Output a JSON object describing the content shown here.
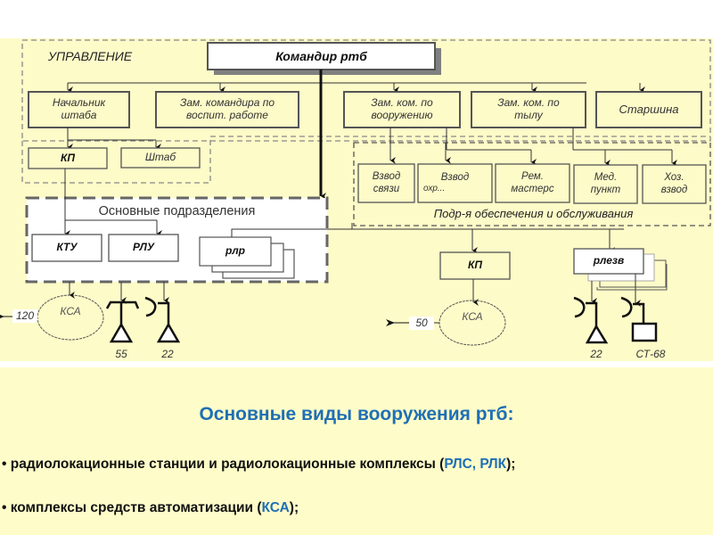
{
  "diagram": {
    "management_label": "УПРАВЛЕНИЕ",
    "commander": "Командир ртб",
    "deputies": [
      {
        "line1": "Начальник",
        "line2": "штаба"
      },
      {
        "line1": "Зам. командира по",
        "line2": "воспит. работе"
      },
      {
        "line1": "Зам. ком. по",
        "line2": "вооружению"
      },
      {
        "line1": "Зам. ком. по",
        "line2": "тылу"
      },
      {
        "line1": "Старшина",
        "line2": ""
      }
    ],
    "kp_top": "КП",
    "staff": "Штаб",
    "main_units_label": "Основные подразделения",
    "main_units": [
      "КТУ",
      "РЛУ",
      "рлр"
    ],
    "support_label": "Подр-я обеспечения и обслуживания",
    "support_units": [
      {
        "line1": "Взвод",
        "line2": "связи"
      },
      {
        "line1": "Взвод",
        "line2": "охр..."
      },
      {
        "line1": "Рем.",
        "line2": "мастерс"
      },
      {
        "line1": "Мед.",
        "line2": "пункт"
      },
      {
        "line1": "Хоз.",
        "line2": "взвод"
      }
    ],
    "kp_right": "КП",
    "rlezv": "рлезв",
    "ksa_left": "КСА",
    "ksa_right": "КСА",
    "range_left": "120",
    "range_right": "50",
    "radar_labels": {
      "r55": "55",
      "r22a": "22",
      "r22b": "22",
      "st68": "СТ-68"
    }
  },
  "bottom": {
    "title": "Основные виды вооружения ртб:",
    "bullets": [
      {
        "prefix": "• радиолокационные станции и радиолокационные комплексы (",
        "highlight": "РЛС,  РЛК",
        "suffix": ");"
      },
      {
        "prefix": "• комплексы  средств автоматизации (",
        "highlight": "КСА",
        "suffix": ");"
      }
    ]
  },
  "colors": {
    "accent": "#1f6fb5",
    "background": "#fdfbc8"
  }
}
